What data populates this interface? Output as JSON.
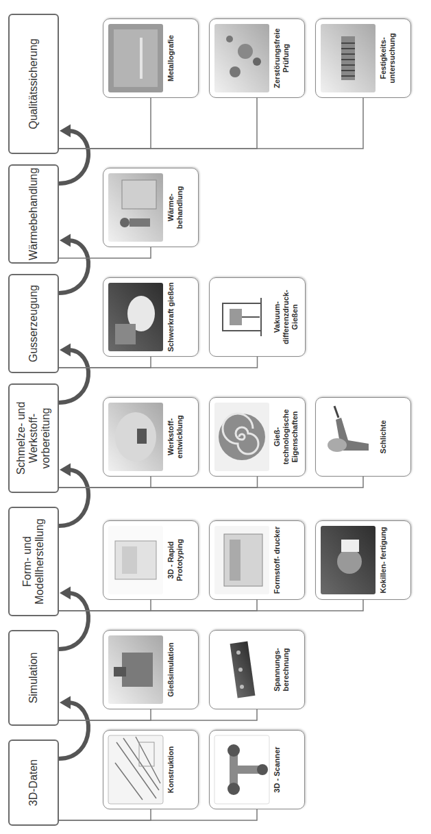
{
  "diagram": {
    "nodes": [
      {
        "text": [
          "3D-Daten"
        ]
      },
      {
        "text": [
          "Konstruktion"
        ]
      },
      {
        "text": [
          "3D - Scanner"
        ]
      },
      {
        "text": [
          "Simulation"
        ]
      },
      {
        "text": [
          "Gießsimulation"
        ]
      },
      {
        "text": [
          "Spannungs- berechnung"
        ]
      },
      {
        "text": [
          "Form- und Modellherstellung"
        ]
      },
      {
        "text": [
          "3D - Rapid Prototyping"
        ]
      },
      {
        "text": [
          "Formstoff- drucker"
        ]
      },
      {
        "text": [
          "Kokillen- fertigung"
        ]
      },
      {
        "text": [
          "Schmelze- und Werkstoff- vorbereitung"
        ]
      },
      {
        "text": [
          "Werkstoff- entwicklung"
        ]
      },
      {
        "text": [
          "Gieß- technologische Eigenschaften"
        ]
      },
      {
        "text": [
          "Schlichte"
        ]
      },
      {
        "text": [
          "Gusserzeugung"
        ]
      },
      {
        "text": [
          "Schwerkraft gießen"
        ]
      },
      {
        "text": [
          "Vakuum- differenzdruck- Gießen"
        ]
      },
      {
        "text": [
          "Wärmebehandlung"
        ]
      },
      {
        "text": [
          "Wärme- behandlung"
        ]
      },
      {
        "text": [
          "Qualitätssicherung"
        ]
      },
      {
        "text": [
          "Metallografie"
        ]
      },
      {
        "text": [
          "Zerstörungsfreie Prüfung"
        ]
      },
      {
        "text": [
          "Festigkeits- untersuchung"
        ]
      }
    ],
    "edges": [
      {
        "from": 0,
        "to": 3,
        "arrow": "to"
      },
      {
        "from": 3,
        "to": 6,
        "arrow": "to"
      },
      {
        "from": 6,
        "to": 10,
        "arrow": "to"
      },
      {
        "from": 10,
        "to": 14,
        "arrow": "to"
      },
      {
        "from": 14,
        "to": 17,
        "arrow": "to"
      },
      {
        "from": 17,
        "to": 19,
        "arrow": "to"
      },
      {
        "from": 0,
        "to": 1,
        "arrow": "none"
      },
      {
        "from": 0,
        "to": 2,
        "arrow": "none"
      },
      {
        "from": 3,
        "to": 4,
        "arrow": "none"
      },
      {
        "from": 3,
        "to": 5,
        "arrow": "none"
      },
      {
        "from": 6,
        "to": 7,
        "arrow": "none"
      },
      {
        "from": 6,
        "to": 8,
        "arrow": "none"
      },
      {
        "from": 6,
        "to": 9,
        "arrow": "none"
      },
      {
        "from": 10,
        "to": 11,
        "arrow": "none"
      },
      {
        "from": 10,
        "to": 12,
        "arrow": "none"
      },
      {
        "from": 10,
        "to": 13,
        "arrow": "none"
      },
      {
        "from": 14,
        "to": 15,
        "arrow": "none"
      },
      {
        "from": 14,
        "to": 16,
        "arrow": "none"
      },
      {
        "from": 17,
        "to": 18,
        "arrow": "none"
      },
      {
        "from": 19,
        "to": 20,
        "arrow": "none"
      },
      {
        "from": 19,
        "to": 21,
        "arrow": "none"
      },
      {
        "from": 19,
        "to": 22,
        "arrow": "none"
      }
    ]
  }
}
